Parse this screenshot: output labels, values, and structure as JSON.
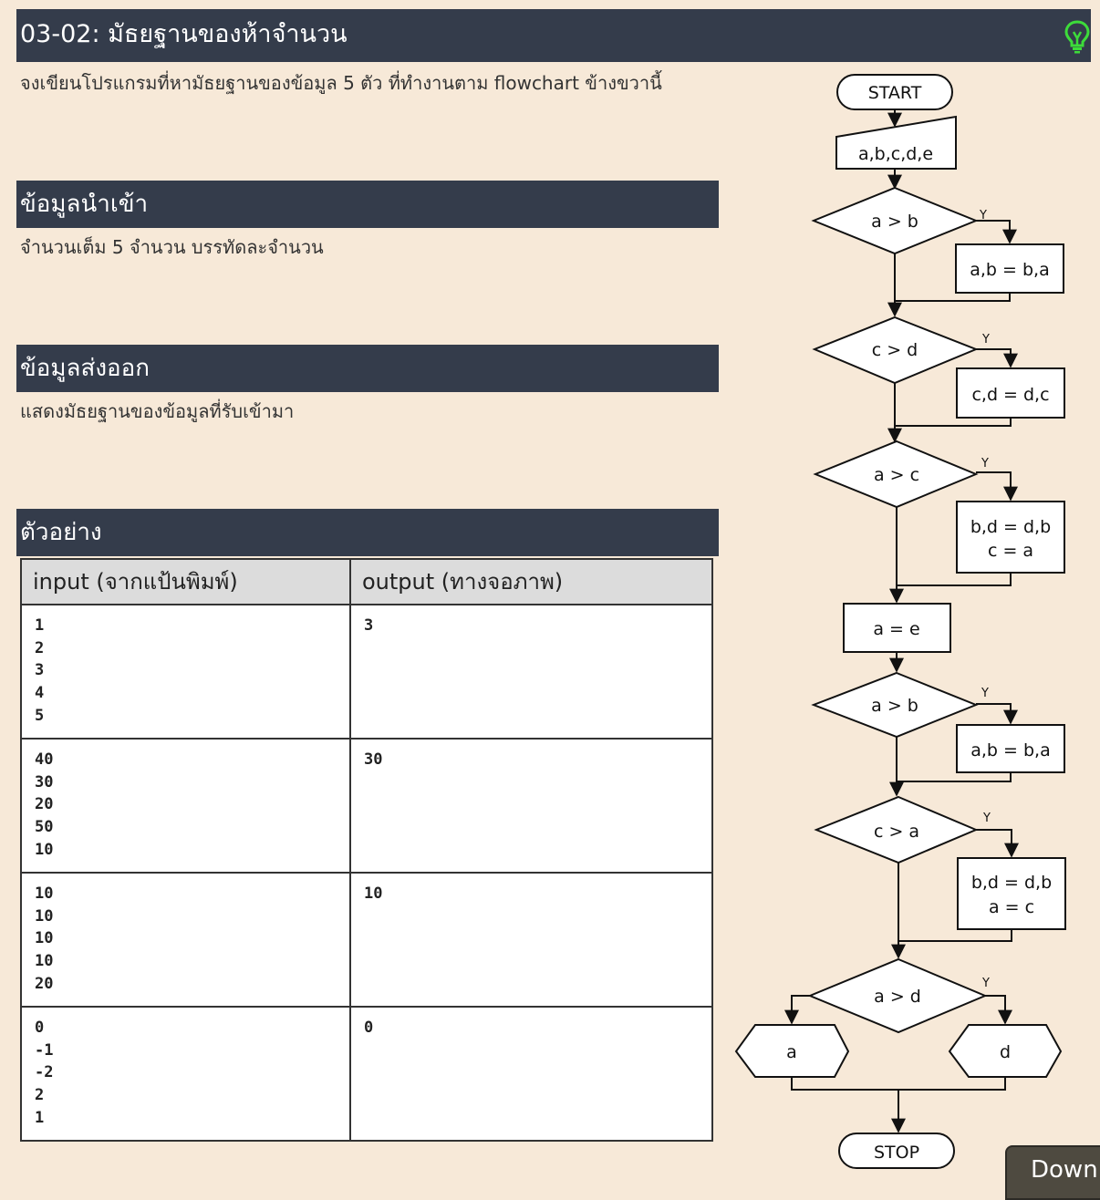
{
  "header": {
    "title": "03-02: มัธยฐานของห้าจำนวน"
  },
  "description": "จงเขียนโปรแกรมที่หามัธยฐานของข้อมูล 5 ตัว ที่ทำงานตาม flowchart ข้างขวานี้",
  "sections": {
    "input": {
      "title": "ข้อมูลนำเข้า",
      "text": "จำนวนเต็ม 5 จำนวน บรรทัดละจำนวน"
    },
    "output": {
      "title": "ข้อมูลส่งออก",
      "text": "แสดงมัธยฐานของข้อมูลที่รับเข้ามา"
    },
    "example": {
      "title": "ตัวอย่าง"
    }
  },
  "table": {
    "headers": [
      "input (จากแป้นพิมพ์)",
      "output (ทางจอภาพ)"
    ],
    "rows": [
      {
        "input": "1\n2\n3\n4\n5",
        "output": "3"
      },
      {
        "input": "40\n30\n20\n50\n10",
        "output": "30"
      },
      {
        "input": "10\n10\n10\n10\n20",
        "output": "10"
      },
      {
        "input": "0\n-1\n-2\n2\n1",
        "output": "0"
      }
    ]
  },
  "flowchart": {
    "start": "START",
    "input": "a,b,c,d,e",
    "cond1": "a > b",
    "swap1": "a,b = b,a",
    "cond2": "c > d",
    "swap2": "c,d = d,c",
    "cond3": "a > c",
    "swap3_line1": "b,d = d,b",
    "swap3_line2": "c = a",
    "assign": "a = e",
    "cond4": "a > b",
    "swap4": "a,b = b,a",
    "cond5": "c > a",
    "swap5_line1": "b,d = d,b",
    "swap5_line2": "a = c",
    "cond6": "a > d",
    "out_a": "a",
    "out_d": "d",
    "stop": "STOP",
    "yes_label": "Y"
  },
  "download": {
    "label": "Download"
  },
  "colors": {
    "background": "#f7e9d8",
    "header_bar": "#343c4b",
    "bulb": "#3ddc3a"
  },
  "icons": {
    "hint": "lightbulb-icon"
  }
}
